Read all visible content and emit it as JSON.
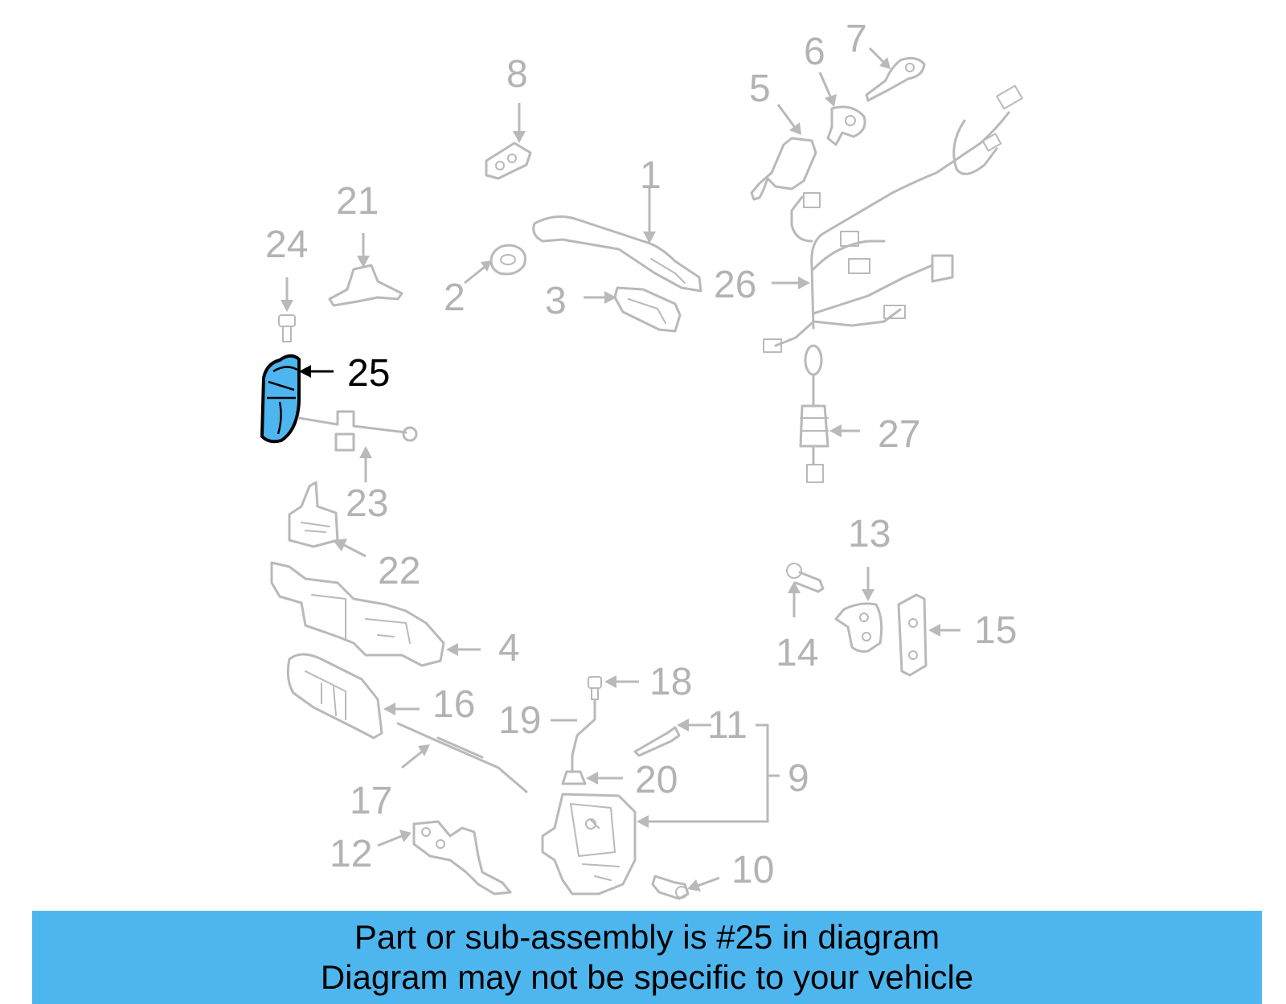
{
  "highlighted_part": "25",
  "callouts": [
    "1",
    "2",
    "3",
    "4",
    "5",
    "6",
    "7",
    "8",
    "9",
    "10",
    "11",
    "12",
    "13",
    "14",
    "15",
    "16",
    "17",
    "18",
    "19",
    "20",
    "21",
    "22",
    "23",
    "24",
    "25",
    "26",
    "27"
  ],
  "banner": {
    "line1": "Part or sub-assembly is #25 in diagram",
    "line2": "Diagram may not be specific to your vehicle"
  },
  "colors": {
    "highlight": "#4eb6ef",
    "banner": "#4eb6ef",
    "parts": "#b9b9b9",
    "labels": "#b3b3b3"
  }
}
